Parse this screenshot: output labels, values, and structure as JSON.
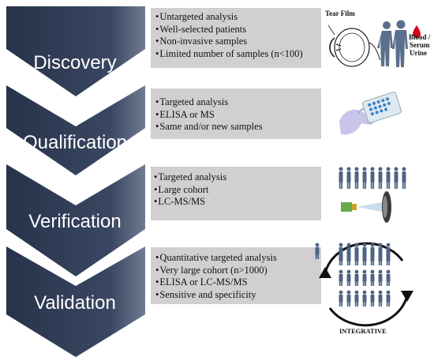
{
  "stages": [
    {
      "label": "Discovery",
      "bullets": [
        "Untargeted analysis",
        "Well-selected patients",
        "Non-invasive samples",
        "Limited number of samples (n<100)"
      ]
    },
    {
      "label": "Qualification",
      "bullets": [
        "Targeted analysis",
        "ELISA or MS",
        "Same and/or new samples"
      ]
    },
    {
      "label": "Verification",
      "bullets": [
        "Targeted analysis",
        "Large cohort",
        "LC-MS/MS"
      ]
    },
    {
      "label": "Validation",
      "bullets": [
        "Quantitative targeted analysis",
        "Very large cohort (n>1000)",
        "ELISA or LC-MS/MS",
        "Sensitive and specificity"
      ]
    }
  ],
  "annotations": {
    "tear_film": "Tear Film",
    "blood": "Blood /",
    "serum": "Serum",
    "urine": "Urine",
    "integrative": "INTEGRATIVE"
  },
  "colors": {
    "chevron_dark": "#2d3a52",
    "chevron_light": "#6d7891",
    "box_bg": "#d0d0d0",
    "blood_drop": "#d8001c"
  }
}
